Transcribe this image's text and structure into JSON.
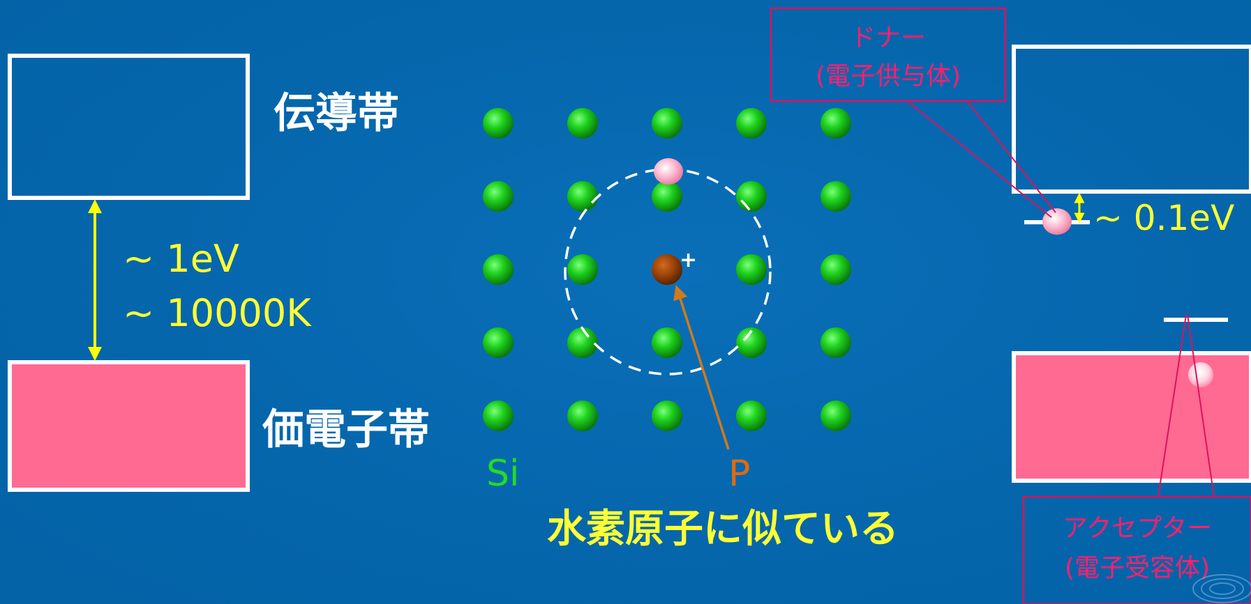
{
  "colors": {
    "background": "#0566ac",
    "band_outline": "#ffffff",
    "valence_fill": "#ff6a92",
    "gap_arrow": "#ffff00",
    "si_atom": "#22cc22",
    "p_atom": "#8b3a08",
    "p_arrow": "#d27a1a",
    "electron": "#ffc0d2",
    "callout": "#e0105a",
    "text_white": "#ffffff",
    "text_yellow": "#ffff33",
    "si_label": "#22dd22",
    "p_label": "#e06a10"
  },
  "left_band_diagram": {
    "conduction_band_label": "伝導帯",
    "valence_band_label": "価電子帯",
    "gap_energy": "~ 1eV",
    "gap_temperature": "~ 10000K"
  },
  "lattice": {
    "host_label": "Si",
    "dopant_label": "P",
    "ion_charge": "+",
    "caption": "水素原子に似ている",
    "rows": 5,
    "cols": 5
  },
  "right_band_diagram": {
    "donor_title": "ドナー",
    "donor_subtitle": "(電子供与体)",
    "donor_energy": "~ 0.1eV",
    "acceptor_title": "アクセプター",
    "acceptor_subtitle": "(電子受容体)"
  }
}
